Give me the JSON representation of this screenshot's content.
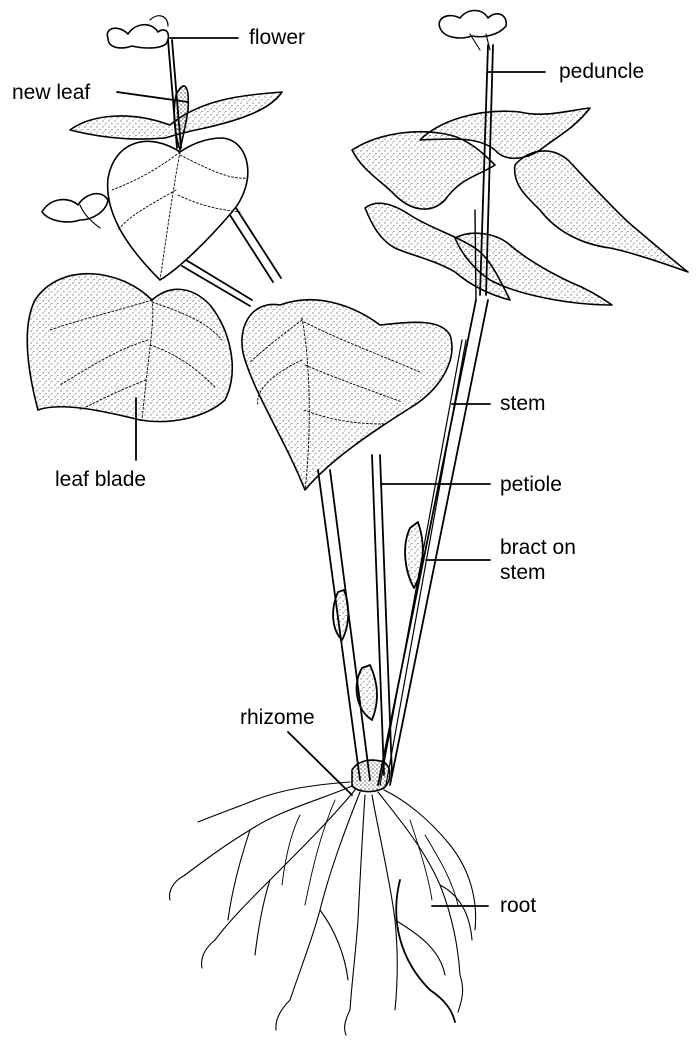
{
  "labels": {
    "flower": "flower",
    "new_leaf": "new leaf",
    "peduncle": "peduncle",
    "leaf_blade": "leaf blade",
    "stem": "stem",
    "petiole": "petiole",
    "bract_on_stem": "bract on\nstem",
    "rhizome": "rhizome",
    "root": "root"
  },
  "colors": {
    "ink": "#000000",
    "background": "#ffffff"
  }
}
